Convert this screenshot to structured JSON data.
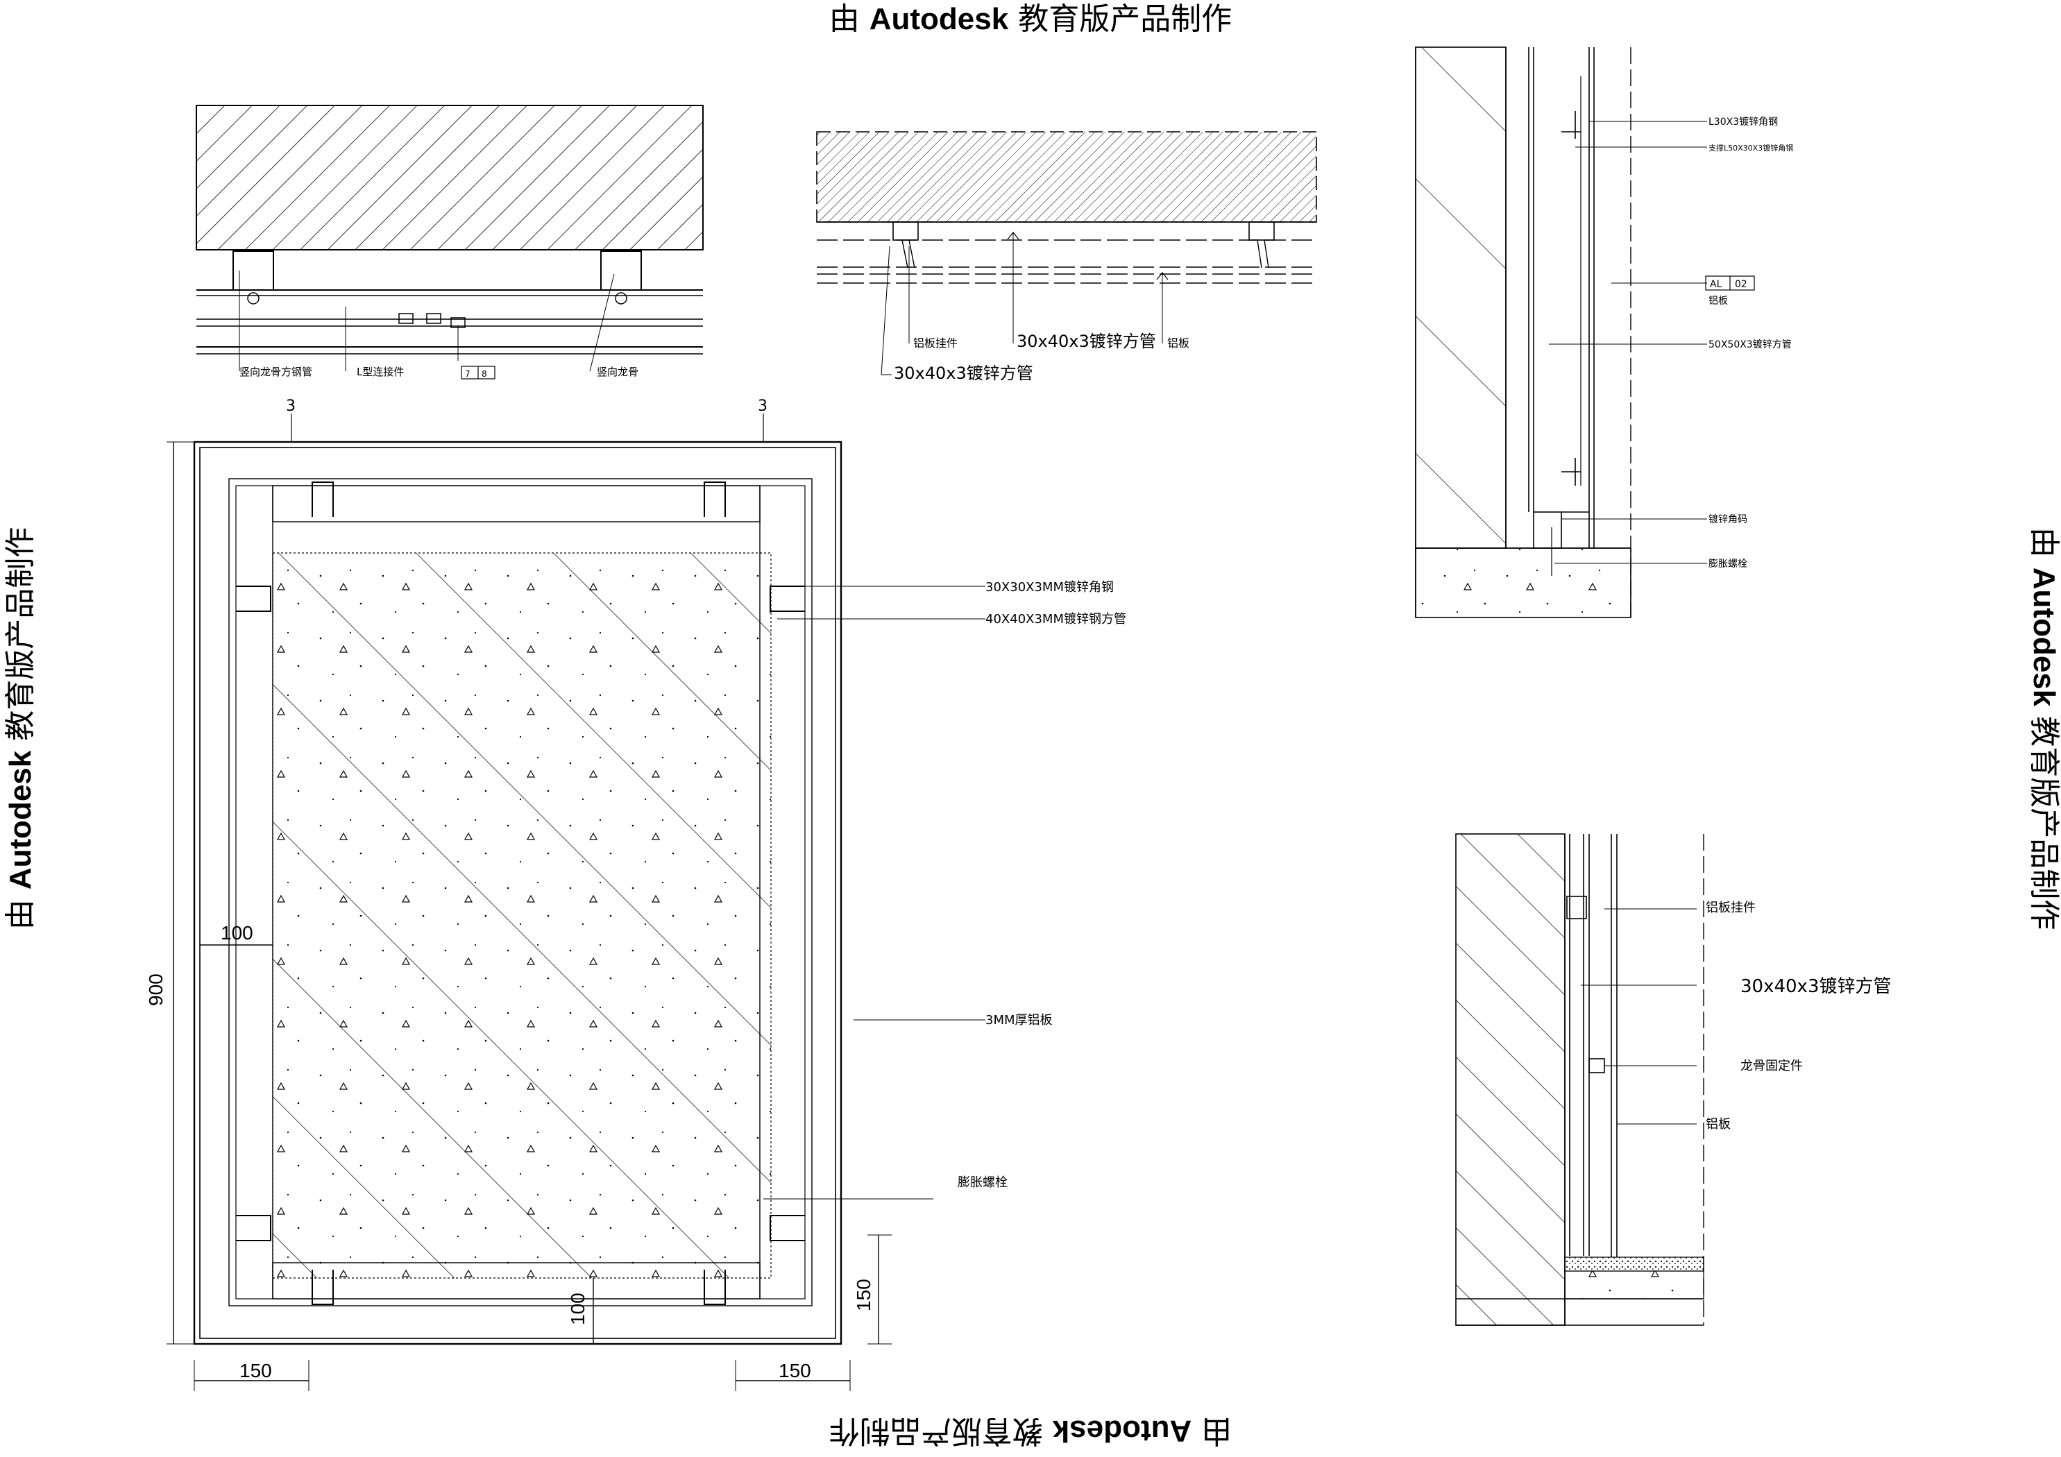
{
  "watermark": {
    "prefix": "由",
    "brand": "Autodesk",
    "suffix": "教育版产品制作"
  },
  "detail_top_left": {
    "labels": [
      "竖向龙骨方钢管",
      "L型连接件",
      "",
      "竖向龙骨"
    ],
    "tag_values": [
      "7",
      "8"
    ]
  },
  "detail_top_middle": {
    "labels": [
      "铝板挂件",
      "30x40x3镀锌方管",
      "30x40x3镀锌方管",
      "铝板"
    ]
  },
  "detail_right_upper": {
    "labels": [
      "L30X3镀锌角钢",
      "支撑L50X30X3镀锌角钢",
      "铝板",
      "50X50X3镀锌方管",
      "镀锌角码",
      "膨胀螺栓"
    ],
    "tag": {
      "code": "AL",
      "number": "02"
    }
  },
  "detail_right_lower": {
    "labels": [
      "铝板挂件",
      "30x40x3镀锌方管",
      "龙骨固定件",
      "铝板"
    ]
  },
  "detail_column": {
    "labels": [
      "30X30X3MM镀锌角钢",
      "40X40X3MM镀锌钢方管",
      "3MM厚铝板",
      "膨胀螺栓"
    ],
    "dims": {
      "height": "900",
      "inner_left": "100",
      "inner_bottom": "100",
      "offset_left": "150",
      "offset_right": "150",
      "offset_side": "150"
    },
    "marker": "3"
  }
}
